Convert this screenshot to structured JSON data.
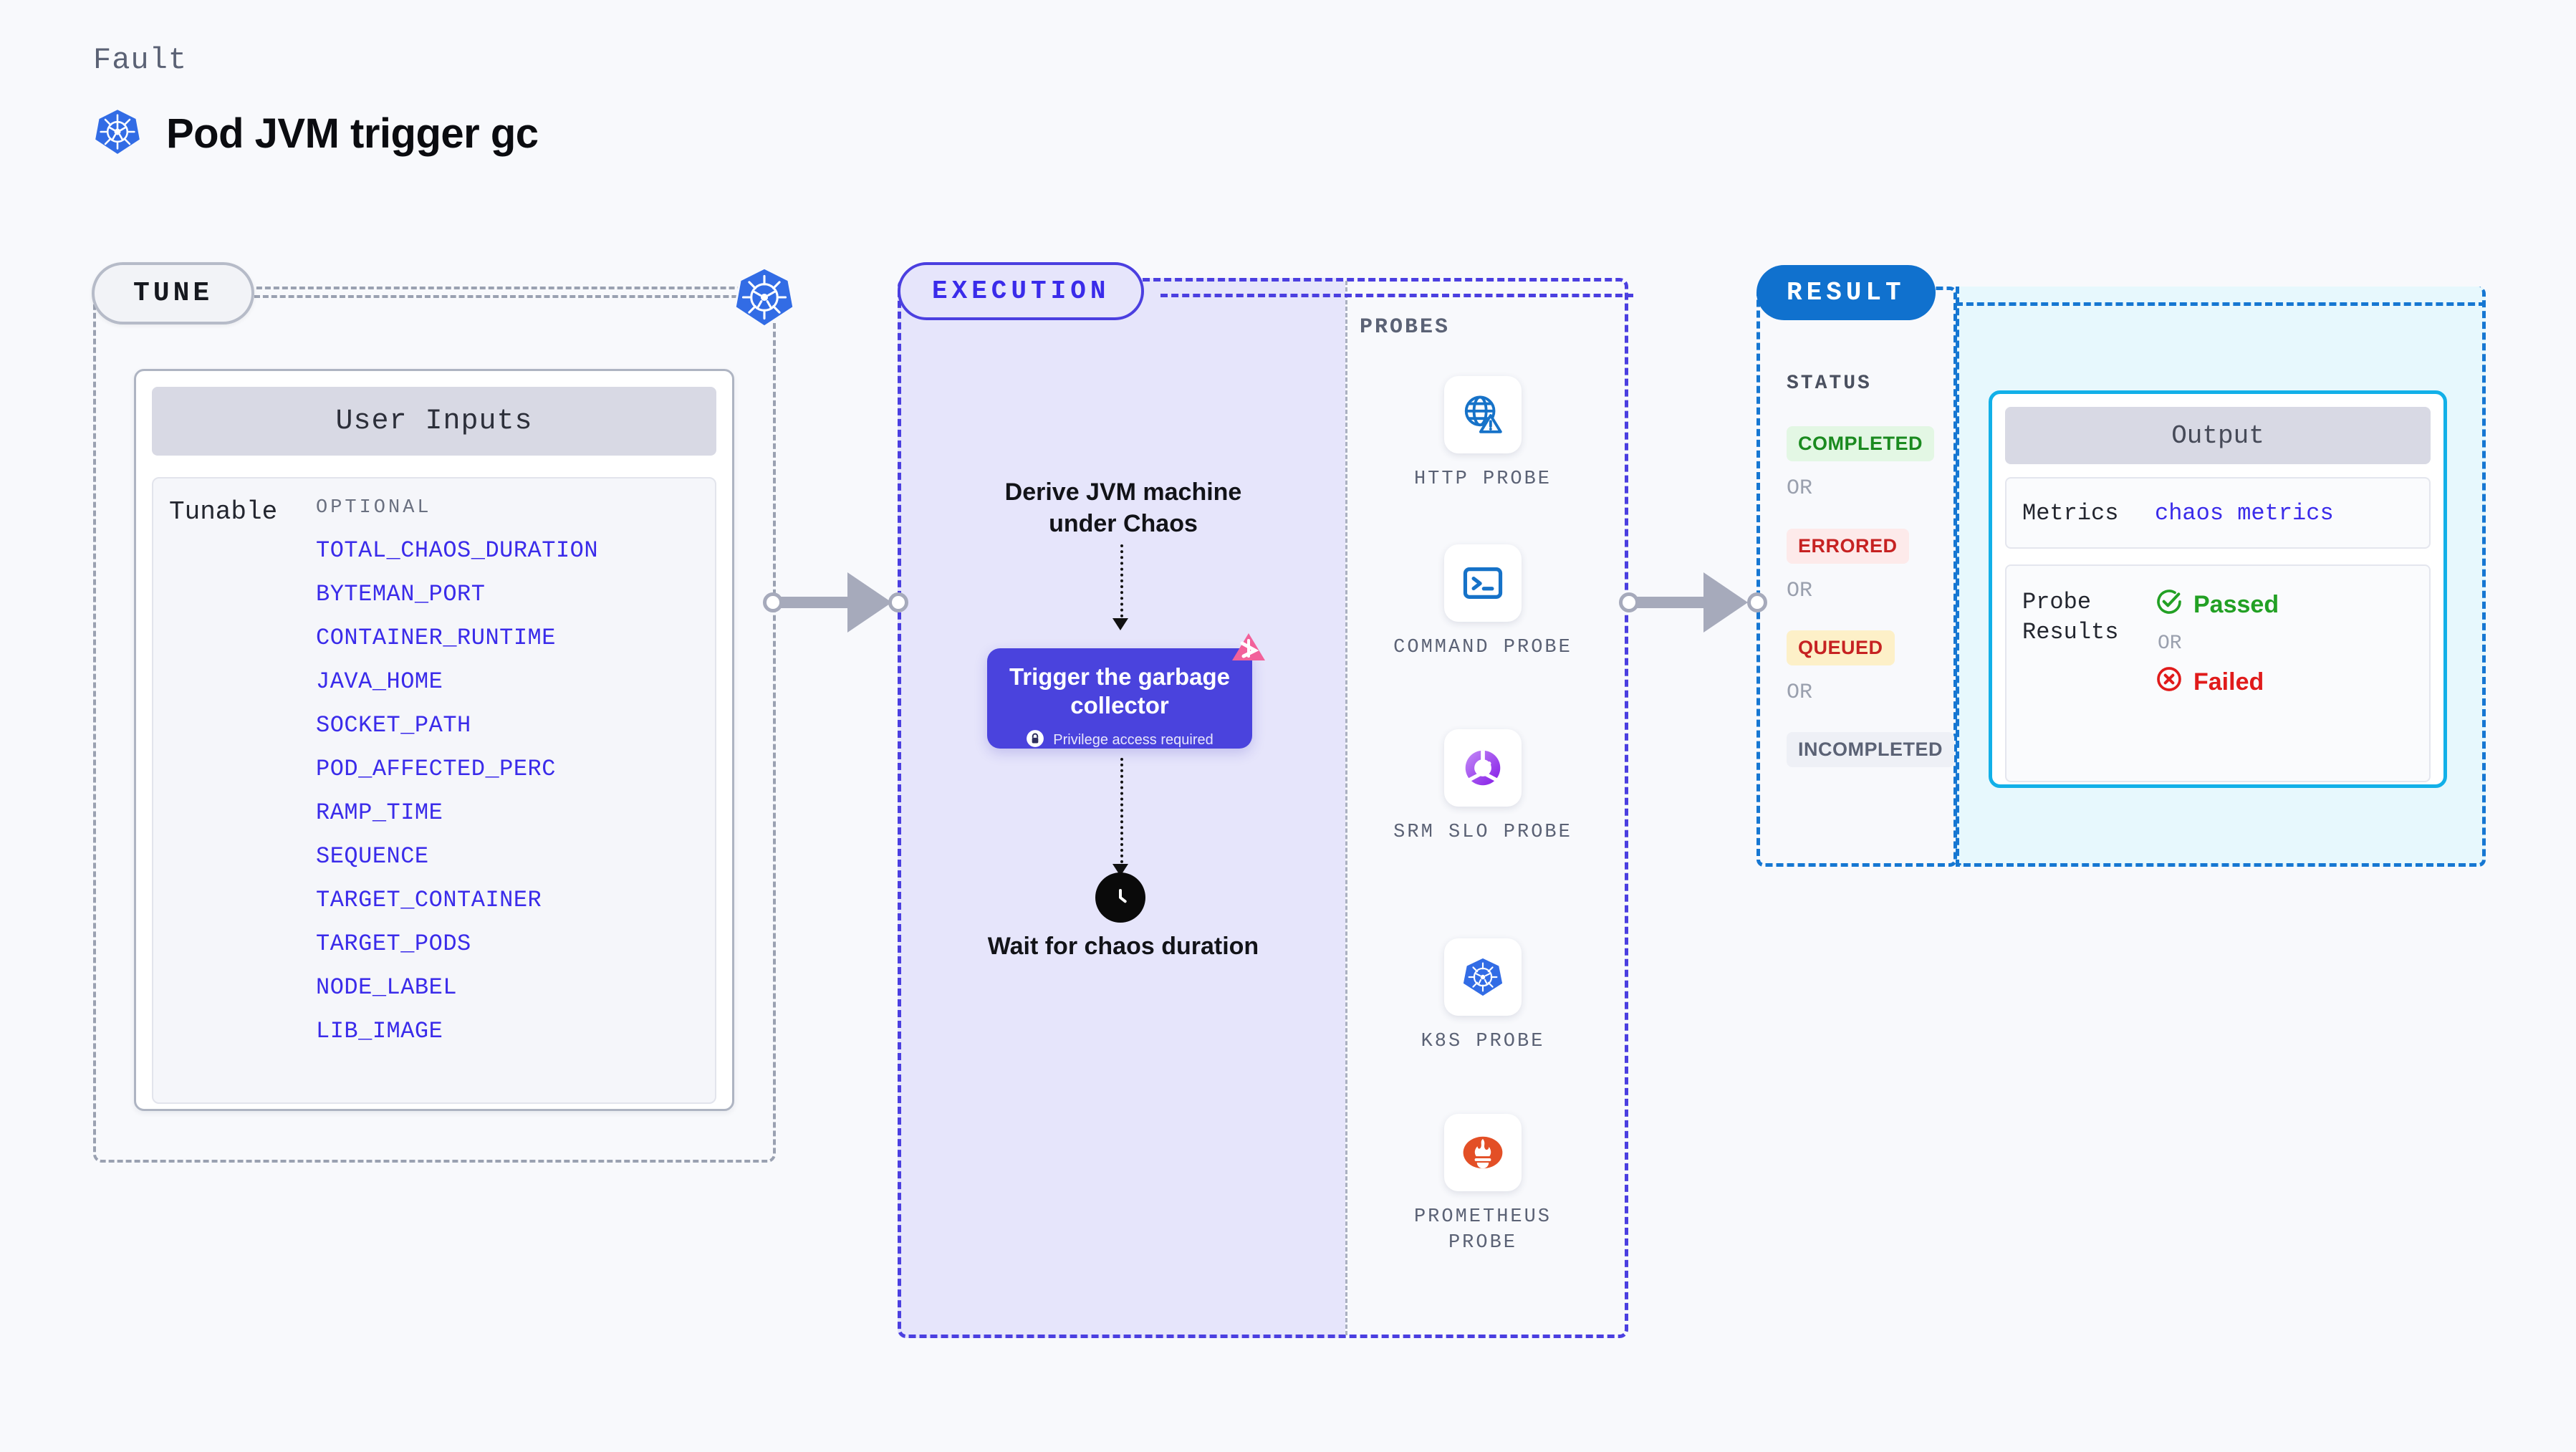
{
  "header": {
    "eyebrow": "Fault",
    "title": "Pod JVM trigger gc",
    "icon": "kubernetes-icon"
  },
  "tune": {
    "pill_label": "TUNE",
    "node_icon": "kubernetes-icon",
    "card": {
      "title": "User Inputs",
      "group_label": "Tunable",
      "optional_label": "OPTIONAL",
      "tunables": [
        "TOTAL_CHAOS_DURATION",
        "BYTEMAN_PORT",
        "CONTAINER_RUNTIME",
        "JAVA_HOME",
        "SOCKET_PATH",
        "POD_AFFECTED_PERC",
        "RAMP_TIME",
        "SEQUENCE",
        "TARGET_CONTAINER",
        "TARGET_PODS",
        "NODE_LABEL",
        "LIB_IMAGE"
      ]
    }
  },
  "execution": {
    "pill_label": "EXECUTION",
    "step_derive": "Derive JVM machine under Chaos",
    "action_card": {
      "title": "Trigger the garbage collector",
      "privilege_note": "Privilege access required",
      "lock_icon": "lock-icon",
      "badge_icon": "litmus-logo-icon"
    },
    "wait_step": {
      "icon": "clock-icon",
      "label": "Wait for chaos duration"
    }
  },
  "probes": {
    "section_label": "PROBES",
    "items": [
      {
        "name": "HTTP PROBE",
        "icon": "globe-warning-icon"
      },
      {
        "name": "COMMAND PROBE",
        "icon": "terminal-icon"
      },
      {
        "name": "SRM SLO PROBE",
        "icon": "srm-slo-icon"
      },
      {
        "name": "K8S PROBE",
        "icon": "kubernetes-icon"
      },
      {
        "name": "PROMETHEUS PROBE",
        "icon": "prometheus-icon"
      }
    ]
  },
  "result": {
    "pill_label": "RESULT",
    "status_label": "STATUS",
    "or_label": "OR",
    "statuses": [
      {
        "label": "COMPLETED",
        "color": "#1a8a1f",
        "bg": "#e3f7e4"
      },
      {
        "label": "ERRORED",
        "color": "#c62222",
        "bg": "#fdeaea"
      },
      {
        "label": "QUEUED",
        "color": "#c62222",
        "bg": "#fdf0c8"
      },
      {
        "label": "INCOMPLETED",
        "color": "#5b6275",
        "bg": "#eef0f6"
      }
    ],
    "output": {
      "title": "Output",
      "metrics_key": "Metrics",
      "metrics_value": "chaos metrics",
      "probe_results_key": "Probe Results",
      "passed_label": "Passed",
      "failed_label": "Failed",
      "or_label": "OR",
      "passed_icon": "check-circle-icon",
      "failed_icon": "x-circle-icon"
    }
  },
  "colors": {
    "accent_violet": "#3a2bea",
    "exec_card": "#4a43dd",
    "result_blue": "#1071ce",
    "output_cyan": "#12b0e8",
    "k8s_blue": "#326ce5",
    "litmus_pink": "#f06292"
  }
}
